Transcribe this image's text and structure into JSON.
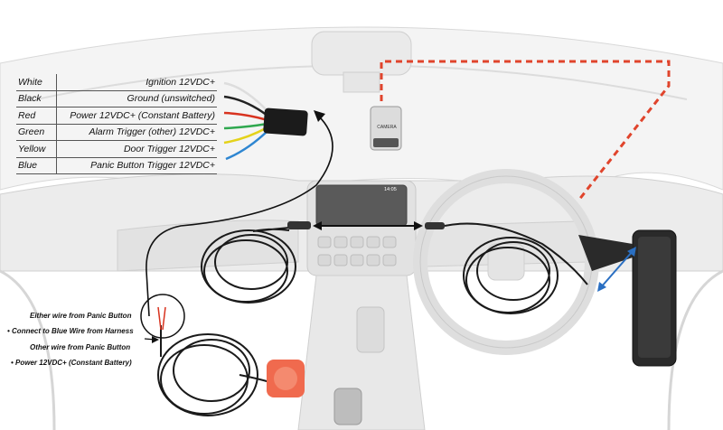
{
  "wires": [
    {
      "color": "White",
      "function": "Ignition 12VDC+",
      "hex": "#f2f2f2"
    },
    {
      "color": "Black",
      "function": "Ground (unswitched)",
      "hex": "#222222"
    },
    {
      "color": "Red",
      "function": "Power 12VDC+ (Constant Battery)",
      "hex": "#d8331f"
    },
    {
      "color": "Green",
      "function": "Alarm Trigger (other) 12VDC+",
      "hex": "#2fa84f"
    },
    {
      "color": "Yellow",
      "function": "Door Trigger 12VDC+",
      "hex": "#e4d21a"
    },
    {
      "color": "Blue",
      "function": "Panic Button Trigger 12VDC+",
      "hex": "#2e86d1"
    }
  ],
  "panic_notes": [
    "Either wire from Panic Button",
    "• Connect to Blue Wire from Harness",
    "Other wire from Panic Button",
    "• Power 12VDC+ (Constant Battery)"
  ],
  "camera_label": "CAMERA",
  "screen_label": "14:05",
  "colors": {
    "red_dashed_cable": "#e0442c",
    "panic_button": "#f06a4e",
    "arrow_blue": "#2a6fc2"
  }
}
